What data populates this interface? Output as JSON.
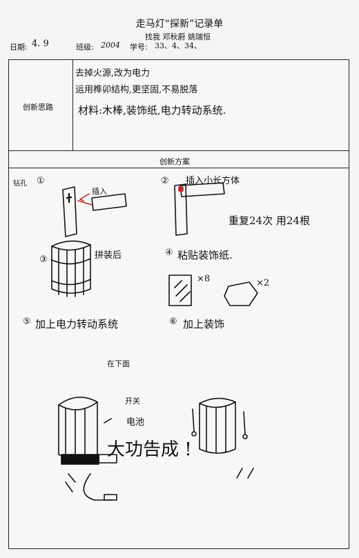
{
  "title": "走马灯“探新”记录单",
  "names": "找我 邓秋蔚 姚瑞恒",
  "header": {
    "date_label": "日期:",
    "date_value": "4. 9",
    "class_label": "班级:",
    "class_value": "2004",
    "id_label": "学号:",
    "id_value": "33、4、34、"
  },
  "innovation_ideas": {
    "label": "创新思路",
    "lines": [
      "去掉火源,改为电力",
      "运用榫卯结构,更坚固,不易脱落",
      "材料:木棒,装饰纸,电力转动系统."
    ]
  },
  "innovation_plan": {
    "label": "创新方案",
    "steps": [
      {
        "num": "①",
        "prefix": "钻孔",
        "annotation": "插入"
      },
      {
        "num": "②",
        "annotation": "插入小长方体",
        "note": "重复24次 用24根"
      },
      {
        "num": "③",
        "annotation": "拼装后"
      },
      {
        "num": "④",
        "title": "粘贴装饰纸.",
        "counts": [
          "×8",
          "×2"
        ]
      },
      {
        "num": "⑤",
        "title": "加上电力转动系统",
        "labels": [
          "在下面",
          "开关",
          "电池"
        ]
      },
      {
        "num": "⑥",
        "title": "加上装饰"
      }
    ],
    "finale": "大功告成 !"
  }
}
